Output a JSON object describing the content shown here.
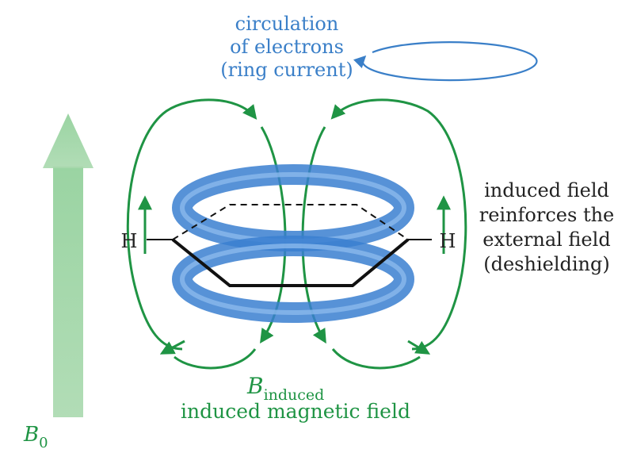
{
  "ring_current": {
    "line1": "circulation",
    "line2": "of electrons",
    "line3": "(ring current)"
  },
  "right_note": {
    "line1": "induced field",
    "line2": "reinforces the",
    "line3": "external field",
    "line4": "(deshielding)"
  },
  "b_induced": {
    "symbol": "B",
    "subscript": "induced"
  },
  "induced_label": "induced magnetic field",
  "b0": {
    "symbol": "B",
    "subscript": "0"
  },
  "hydrogen_left": "H",
  "hydrogen_right": "H",
  "colors": {
    "field_lines": "#1f9444",
    "ring": "#3a7fd0",
    "ring_current_text": "#3a7fc8",
    "b0_arrow": "#a9d9ae"
  }
}
